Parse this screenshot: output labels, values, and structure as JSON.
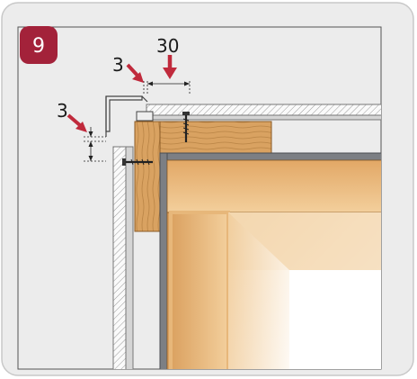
{
  "step": {
    "number": "9"
  },
  "dimensions": {
    "gap_top": "3",
    "offset_top": "30",
    "gap_side": "3"
  },
  "colors": {
    "badge": "#a3223a",
    "arrow": "#c02a3c",
    "card_background": "#ececec",
    "card_border": "#c8c8c8",
    "wood_light": "#efc893",
    "wood_mid": "#d9a261",
    "wood_dark": "#b98445",
    "metal": "#7c7f84",
    "hatch": "#9a9a9a"
  }
}
